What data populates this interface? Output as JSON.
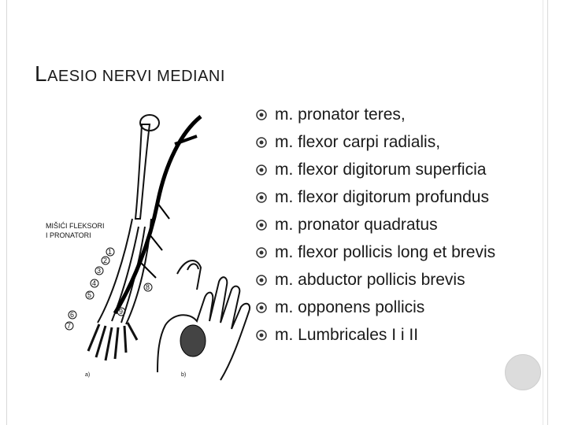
{
  "slide": {
    "title_first": "L",
    "title_rest": "AESIO NERVI MEDIANI",
    "figure": {
      "label_line1": "MIŠIĆI FLEKSORI",
      "label_line2": "I PRONATORI",
      "numbers": [
        "1",
        "2",
        "3",
        "4",
        "5",
        "6",
        "7",
        "8",
        "9"
      ],
      "panel_a": "a)",
      "panel_b": "b)"
    },
    "bullets": [
      "m. pronator teres,",
      "m. flexor carpi radialis,",
      "m. flexor digitorum superficia",
      "m. flexor digitorum profundus",
      "m. pronator quadratus",
      "m. flexor pollicis long et brevis",
      "m. abductor pollicis brevis",
      "m. opponens pollicis",
      "m. Lumbricales I i II"
    ],
    "bullet_icon": "circle-bullet-icon",
    "colors": {
      "text": "#1a1a1a",
      "accent": "#d8d8d8"
    }
  }
}
